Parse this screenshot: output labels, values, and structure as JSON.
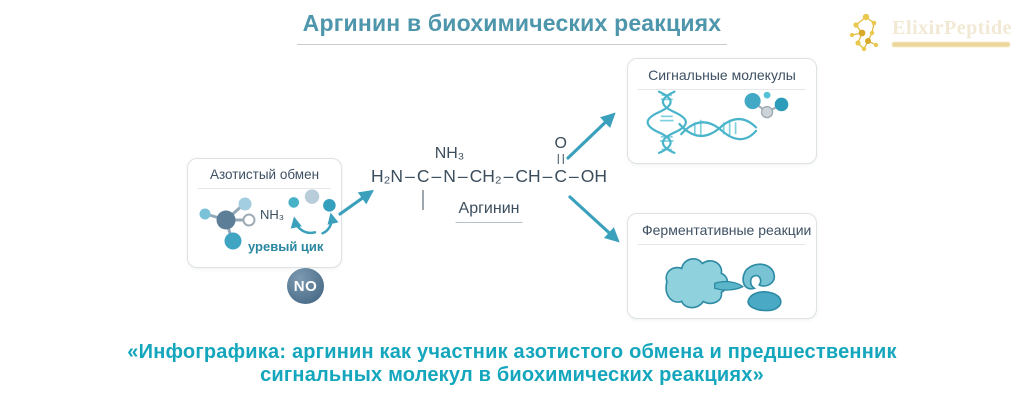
{
  "title": "Аргинин в биохимических реакциях",
  "logo": {
    "name": "ElixirPeptide"
  },
  "nitrogen_box": {
    "title": "Азотистый обмен",
    "nh3_label": "NH₃",
    "cycle_label": "уревый цик",
    "no_badge": "NO"
  },
  "arginine": {
    "label": "Аргинин",
    "amine_top": "NH₃",
    "carboxyl_oxygen": "O",
    "chain": [
      "H₂N",
      "–",
      "C",
      "–",
      "N",
      "–",
      "CH₂",
      "–",
      "CH",
      "–",
      "C",
      "–",
      "OH"
    ]
  },
  "signal_box": {
    "title": "Сигнальные молекулы"
  },
  "enzyme_box": {
    "title": "Ферментативные реакции"
  },
  "caption": {
    "line1": "«Инфографика: аргинин как участник азотистого обмена и предшественник",
    "line2": "сигнальных молекул в биохимических реакциях»"
  },
  "colors": {
    "title_teal": "#4e96ac",
    "accent_teal": "#3aa0bc",
    "caption_cyan": "#14a6bc",
    "text_dark": "#3c4e5d",
    "logo_gold": "#e3bc45"
  }
}
